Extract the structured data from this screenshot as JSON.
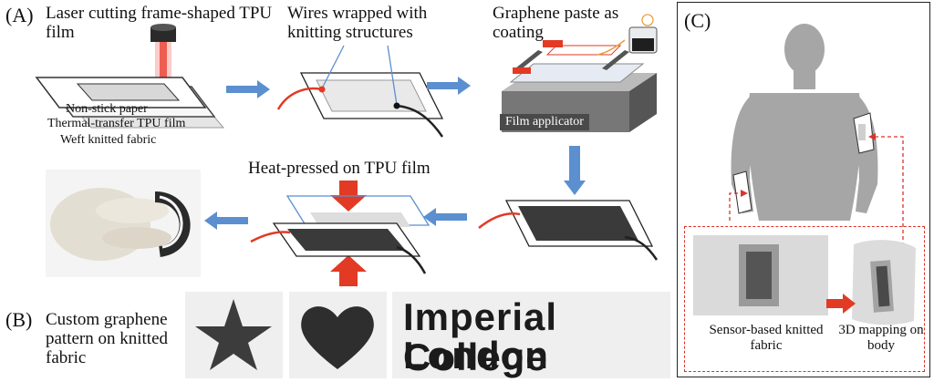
{
  "panelA": {
    "letter": "(A)",
    "step1_title": "Laser cutting frame-shaped TPU film",
    "layer_nonstick": "Non-stick paper",
    "layer_tpu": "Thermal-transfer TPU film",
    "layer_fabric": "Weft knitted fabric",
    "step2_title": "Wires wrapped with knitting structures",
    "step3_title": "Graphene paste as coating",
    "film_applicator": "Film applicator",
    "step5_title": "Heat-pressed on TPU film"
  },
  "panelB": {
    "letter": "(B)",
    "caption": "Custom graphene pattern on knitted fabric",
    "logo_line1": "Imperial College",
    "logo_line2": "London"
  },
  "panelC": {
    "letter": "(C)",
    "label_sensor": "Sensor-based knitted fabric",
    "label_mapping": "3D mapping on body"
  },
  "colors": {
    "blue_arrow": "#5b8fd0",
    "red_arrow": "#e23a24",
    "graphene": "#3a3a3a",
    "dashed_border": "#d9342b"
  }
}
